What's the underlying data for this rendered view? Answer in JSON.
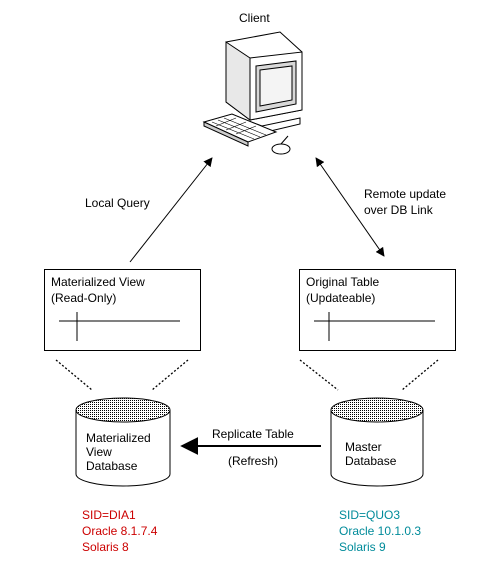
{
  "client": {
    "label": "Client"
  },
  "arrows": {
    "local_query": "Local Query",
    "remote_update_line1": "Remote update",
    "remote_update_line2": "over DB Link",
    "replicate_table": "Replicate Table",
    "refresh": "(Refresh)"
  },
  "left": {
    "box_title_line1": "Materialized View",
    "box_title_line2": "(Read-Only)",
    "db_line1": "Materialized",
    "db_line2": "View",
    "db_line3": "Database",
    "sid": "SID=DIA1",
    "version": "Oracle 8.1.7.4",
    "os": "Solaris 8",
    "info_color": "#cc0000"
  },
  "right": {
    "box_title_line1": "Original Table",
    "box_title_line2": "(Updateable)",
    "db_line1": "Master",
    "db_line2": "Database",
    "sid": "SID=QUO3",
    "version": "Oracle 10.1.0.3",
    "os": "Solaris 9",
    "info_color": "#008b9a"
  }
}
